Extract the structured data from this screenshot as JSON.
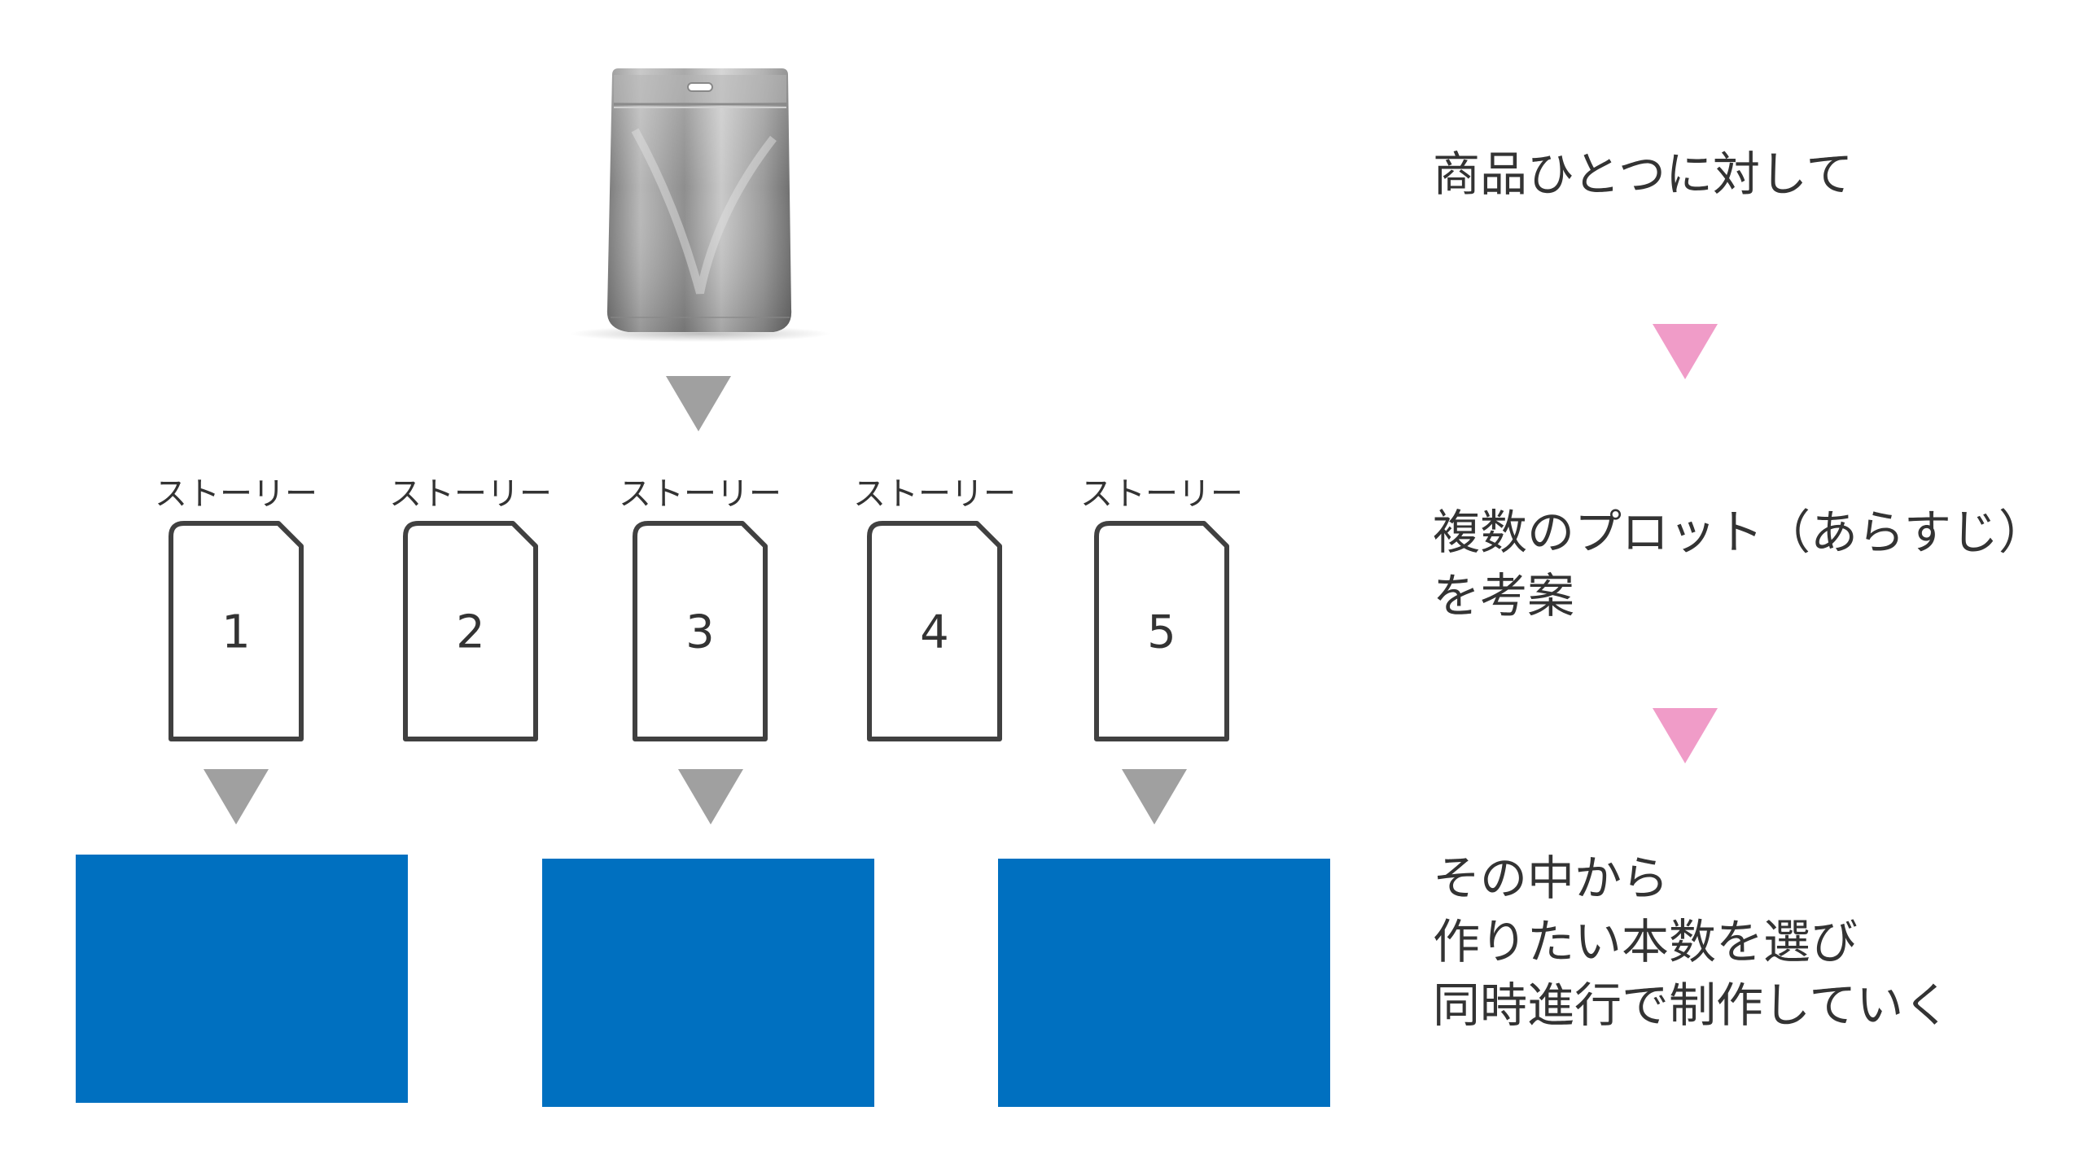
{
  "stories": {
    "label": "ストーリー",
    "items": [
      {
        "number": "1"
      },
      {
        "number": "2"
      },
      {
        "number": "3"
      },
      {
        "number": "4"
      },
      {
        "number": "5"
      }
    ]
  },
  "steps": [
    {
      "lines": [
        "商品ひとつに対して"
      ]
    },
    {
      "lines": [
        "複数のプロット（あらすじ）",
        "を考案"
      ]
    },
    {
      "lines": [
        "その中から",
        "作りたい本数を選び",
        "同時進行で制作していく"
      ]
    }
  ],
  "colors": {
    "gray_arrow": "#a0a0a0",
    "pink_arrow": "#f09cc8",
    "output_box": "#0070c0",
    "card_stroke": "#404040",
    "text": "#333333"
  },
  "icons": {
    "product": "foil-pouch-icon",
    "story_card": "document-card-icon",
    "arrow": "down-triangle-icon"
  }
}
